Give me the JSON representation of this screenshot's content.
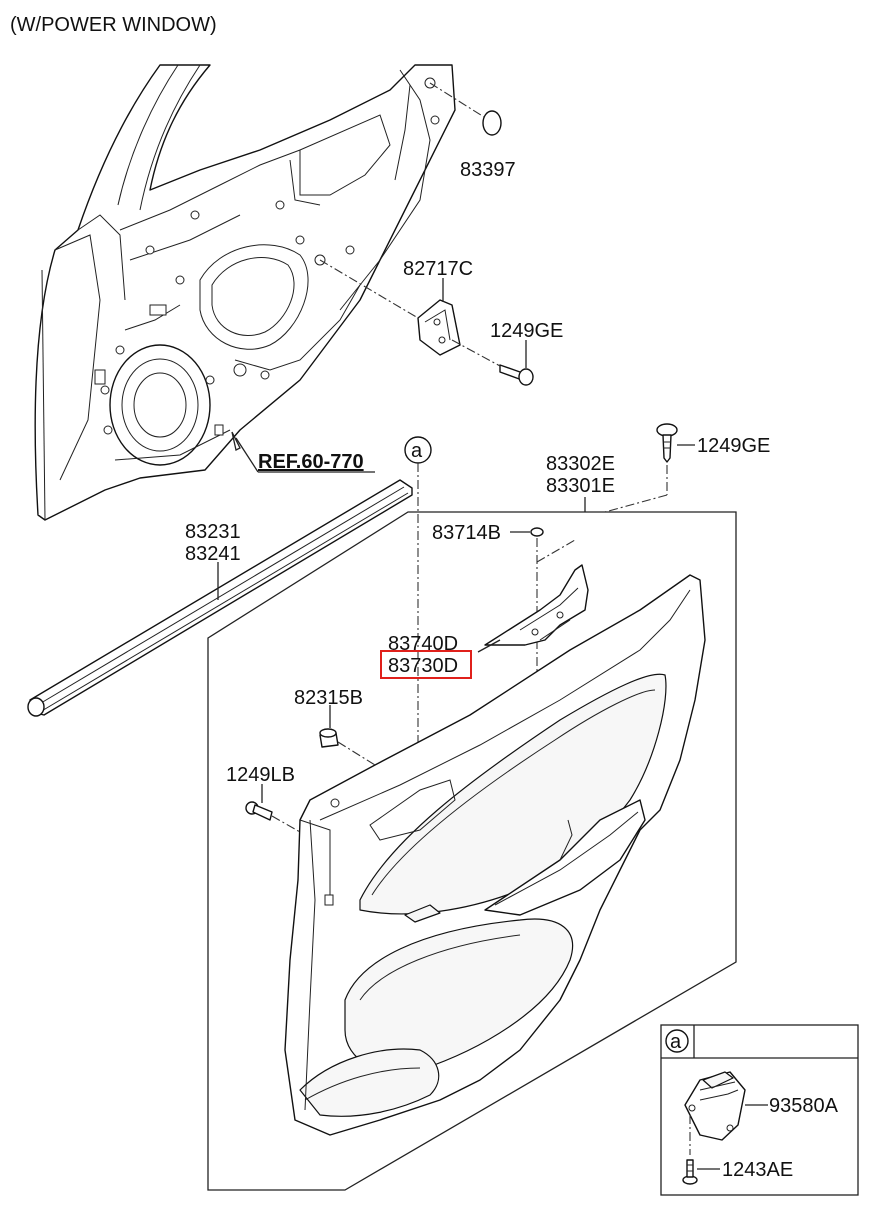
{
  "header": {
    "title": "(W/POWER WINDOW)"
  },
  "reference": {
    "label": "REF.60-770"
  },
  "callouts": {
    "inset_marker": "a",
    "inset_box_marker": "a"
  },
  "parts": {
    "p83397": "83397",
    "p82717C": "82717C",
    "p1249GE_upper": "1249GE",
    "p1249GE_lower": "1249GE",
    "p83302E": "83302E",
    "p83301E": "83301E",
    "p83714B": "83714B",
    "p83231": "83231",
    "p83241": "83241",
    "p83740D": "83740D",
    "p83730D": "83730D",
    "p82315B": "82315B",
    "p1249LB": "1249LB",
    "p93580A": "93580A",
    "p1243AE": "1243AE"
  },
  "highlight": {
    "part": "83730D",
    "color": "#e0201b"
  }
}
